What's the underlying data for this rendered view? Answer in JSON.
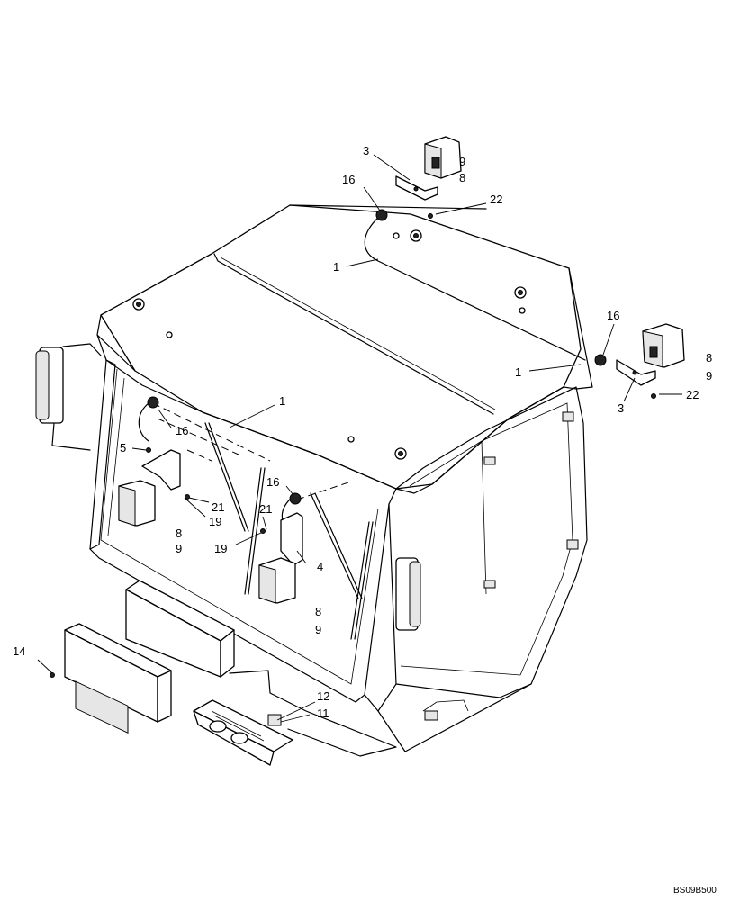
{
  "callouts": [
    {
      "id": "c3-top",
      "text": "3"
    },
    {
      "id": "c9-top",
      "text": "9"
    },
    {
      "id": "c8-top",
      "text": "8"
    },
    {
      "id": "c16-top",
      "text": "16"
    },
    {
      "id": "c22-top",
      "text": "22"
    },
    {
      "id": "c1-roof",
      "text": "1"
    },
    {
      "id": "c16-right",
      "text": "16"
    },
    {
      "id": "c8-right",
      "text": "8"
    },
    {
      "id": "c9-right",
      "text": "9"
    },
    {
      "id": "c1-right",
      "text": "1"
    },
    {
      "id": "c22-right",
      "text": "22"
    },
    {
      "id": "c3-right",
      "text": "3"
    },
    {
      "id": "c1-front",
      "text": "1"
    },
    {
      "id": "c16-left",
      "text": "16"
    },
    {
      "id": "c5-left",
      "text": "5"
    },
    {
      "id": "c21-left",
      "text": "21"
    },
    {
      "id": "c19-left",
      "text": "19"
    },
    {
      "id": "c8-left",
      "text": "8"
    },
    {
      "id": "c9-left",
      "text": "9"
    },
    {
      "id": "c16-mid",
      "text": "16"
    },
    {
      "id": "c21-mid",
      "text": "21"
    },
    {
      "id": "c19-mid",
      "text": "19"
    },
    {
      "id": "c4-mid",
      "text": "4"
    },
    {
      "id": "c8-mid",
      "text": "8"
    },
    {
      "id": "c9-mid",
      "text": "9"
    },
    {
      "id": "c14",
      "text": "14"
    },
    {
      "id": "c12",
      "text": "12"
    },
    {
      "id": "c11",
      "text": "11"
    }
  ],
  "figure_code": "BS09B500"
}
